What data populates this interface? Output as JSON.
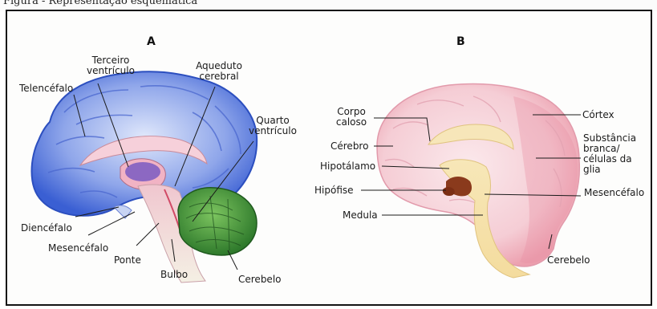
{
  "caption": "Figura - Representação esquemática",
  "panel_a": {
    "letter": "A",
    "labels": {
      "terceiro_1": "Terceiro",
      "terceiro_2": "ventrículo",
      "aqueduto_1": "Aqueduto",
      "aqueduto_2": "cerebral",
      "telencefalo": "Telencéfalo",
      "quarto_1": "Quarto",
      "quarto_2": "ventrículo",
      "diencefalo": "Diencéfalo",
      "mesencefalo": "Mesencéfalo",
      "ponte": "Ponte",
      "bulbo": "Bulbo",
      "cerebelo": "Cerebelo"
    }
  },
  "panel_b": {
    "letter": "B",
    "labels": {
      "corpo_1": "Corpo",
      "corpo_2": "caloso",
      "cerebro": "Cérebro",
      "hipotalamo": "Hipotálamo",
      "hipofise": "Hipófise",
      "medula": "Medula",
      "cortex": "Córtex",
      "subst_1": "Substância",
      "subst_2": "branca/",
      "subst_3": "células da",
      "subst_4": "glia",
      "mesencefalo": "Mesencéfalo",
      "cerebelo": "Cerebelo"
    }
  }
}
